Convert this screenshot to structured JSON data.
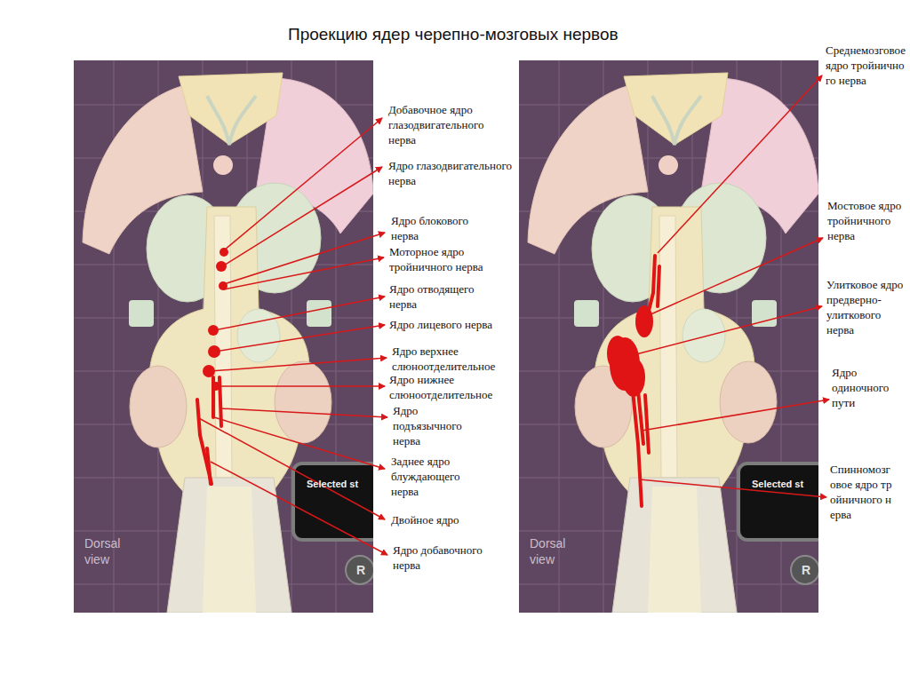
{
  "diagram": {
    "title": "Проекцию ядер черепно-мозговых нервов",
    "labels": [
      "Добавочное ядро глазодвигательного нерва",
      "Ядро глазодвигательного нерва",
      "Ядро блокового нерва",
      "Моторное ядро тройничного нерва",
      "Ядро отводящего нерва",
      "Ядро лицевого нерва",
      "Ядро верхнее слюноотделительное",
      "Ядро нижнее слюноотделительное",
      "Ядро подъязычного нерва",
      "Заднее ядро блуждающего нерва",
      "Двойное ядро",
      "Ядро добавочного нерва",
      "Среднемозговое ядро тройничного нерва",
      "Мостовое ядро тройничного нерва",
      "Улитковое ядро предверно-улиткового нерва",
      "Ядро одиночного пути",
      "Спинномозговое ядро тройничного нерва",
      "Dorsal view",
      "Selected st",
      "R",
      "Dorsal view",
      "Selected st",
      "R"
    ]
  }
}
